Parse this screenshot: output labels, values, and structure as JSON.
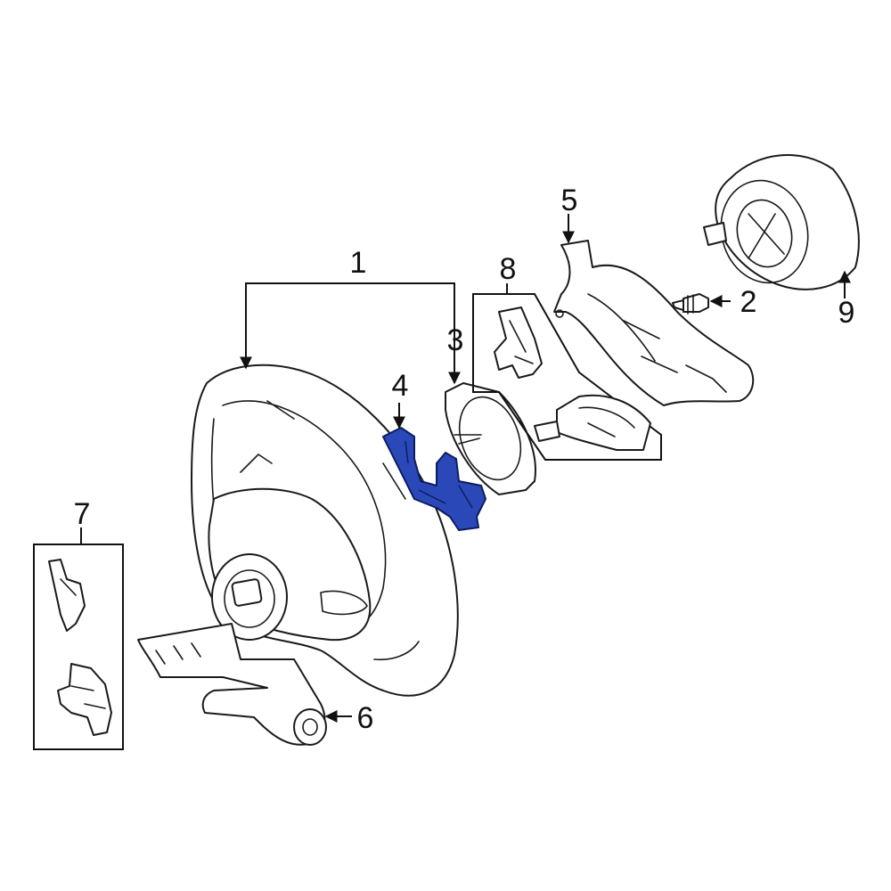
{
  "callouts": {
    "c1": "1",
    "c2": "2",
    "c3": "3",
    "c4": "4",
    "c5": "5",
    "c6": "6",
    "c7": "7",
    "c8": "8",
    "c9": "9"
  },
  "parts": [
    {
      "id": "1",
      "name": "steering-wheel"
    },
    {
      "id": "2",
      "name": "screw"
    },
    {
      "id": "3",
      "name": "mounting-plate"
    },
    {
      "id": "4",
      "name": "bracket",
      "highlighted": true
    },
    {
      "id": "5",
      "name": "trim-cover"
    },
    {
      "id": "6",
      "name": "lower-cover"
    },
    {
      "id": "7",
      "name": "paddle-shifters"
    },
    {
      "id": "8",
      "name": "switch-assemblies"
    },
    {
      "id": "9",
      "name": "airbag-module"
    }
  ],
  "colors": {
    "highlight": "#2a48b8",
    "line": "#1a1a1a",
    "background": "#ffffff"
  }
}
